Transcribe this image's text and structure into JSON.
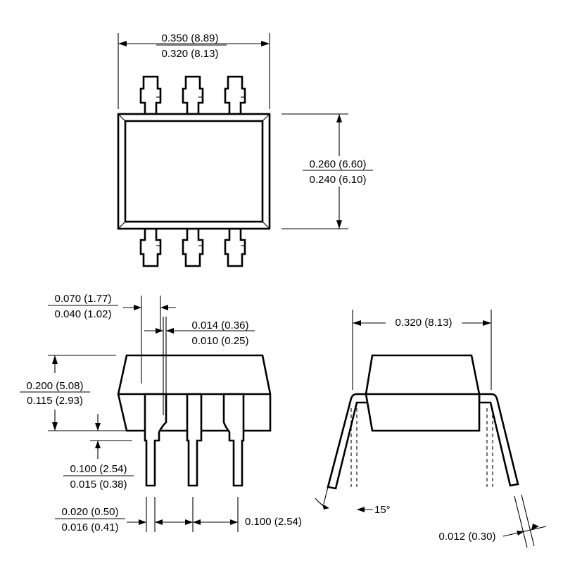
{
  "colors": {
    "line": "#000000",
    "background": "#ffffff"
  },
  "top_view": {
    "width_max": "0.350 (8.89)",
    "width_min": "0.320 (8.13)",
    "height_max": "0.260 (6.60)",
    "height_min": "0.240 (6.10)"
  },
  "side_view": {
    "pin_width_max": "0.070 (1.77)",
    "pin_width_min": "0.040 (1.02)",
    "pin_thickness_max": "0.014 (0.36)",
    "pin_thickness_min": "0.010 (0.25)",
    "height_max": "0.200 (5.08)",
    "height_min": "0.115 (2.93)",
    "standoff_max": "0.100 (2.54)",
    "standoff_min": "0.015 (0.38)",
    "lead_width_max": "0.020 (0.50)",
    "lead_width_min": "0.016 (0.41)",
    "pitch": "0.100 (2.54)"
  },
  "end_view": {
    "row_spacing": "0.320 (8.13)",
    "angle": "15°",
    "lead_thickness": "0.012 (0.30)"
  }
}
